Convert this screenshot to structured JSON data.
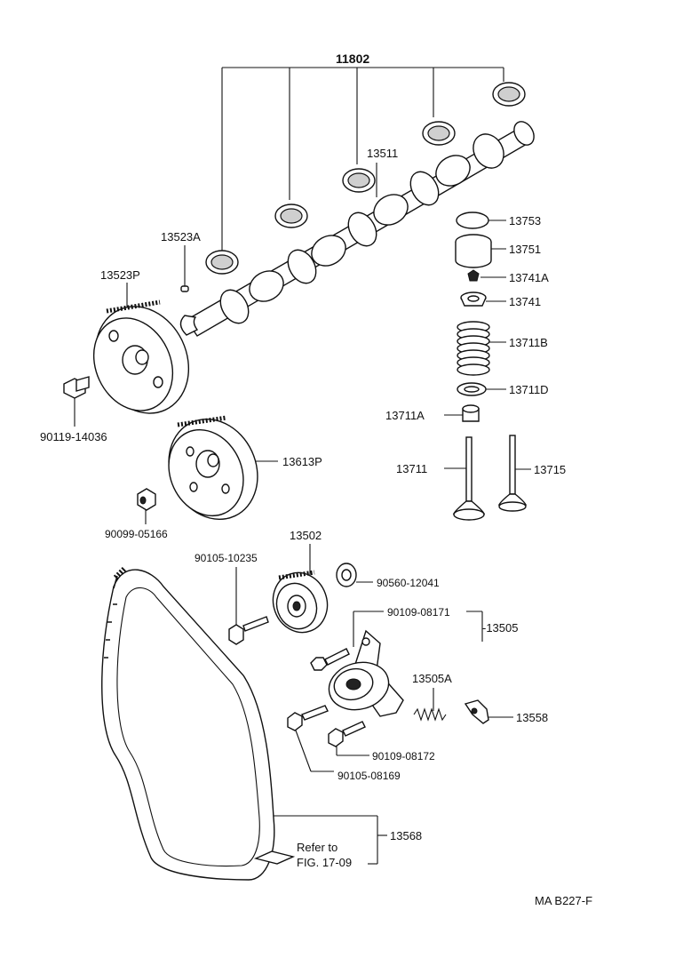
{
  "labels": {
    "p11802": "11802",
    "p13511": "13511",
    "p13523A": "13523A",
    "p13523P": "13523P",
    "p90119": "90119-14036",
    "p13753": "13753",
    "p13751": "13751",
    "p13741A": "13741A",
    "p13741": "13741",
    "p13711B": "13711B",
    "p13711D": "13711D",
    "p13711A": "13711A",
    "p13711": "13711",
    "p13715": "13715",
    "p13613P": "13613P",
    "p90099": "90099-05166",
    "p13502": "13502",
    "p90105a": "90105-10235",
    "p90560": "90560-12041",
    "p90109a": "90109-08171",
    "p13505": "-13505",
    "p13505A": "13505A",
    "p13558": "13558",
    "p90109b": "90109-08172",
    "p90105b": "90105-08169",
    "p13568": "13568",
    "refer1": "Refer to",
    "refer2": "FIG. 17-09",
    "code": "MA B227-F"
  }
}
